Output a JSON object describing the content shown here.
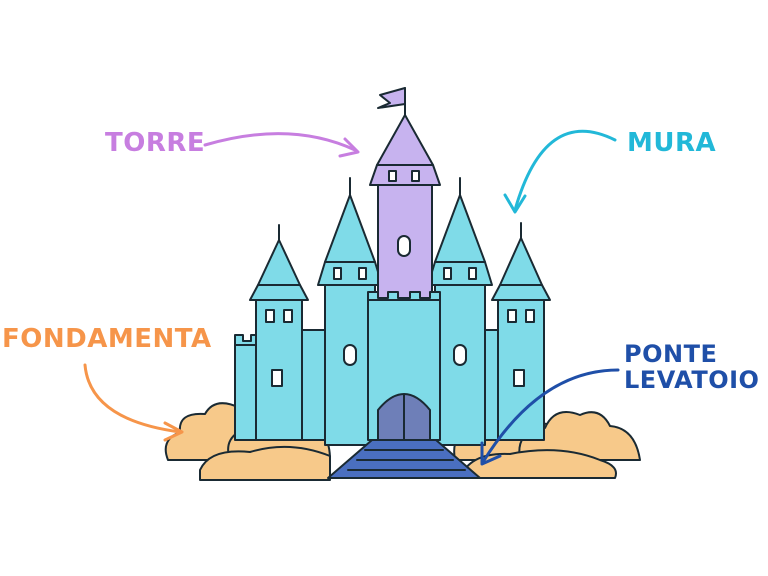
{
  "labels": {
    "tower": "TORRE",
    "walls": "MURA",
    "foundation": "FONDAMENTA",
    "drawbridge_line1": "PONTE",
    "drawbridge_line2": "LEVATOIO"
  },
  "colors": {
    "tower": "#c77ee0",
    "walls": "#22b8d8",
    "foundation": "#f6954a",
    "drawbridge": "#1f4fa8",
    "castle_fill": "#7fdbe8",
    "tower_fill": "#c7b3ef",
    "bridge_fill": "#4a6fc0",
    "clouds_fill": "#f7c98a",
    "outline": "#1a2a33"
  },
  "icons": {
    "illustration": "castle-illustration"
  }
}
